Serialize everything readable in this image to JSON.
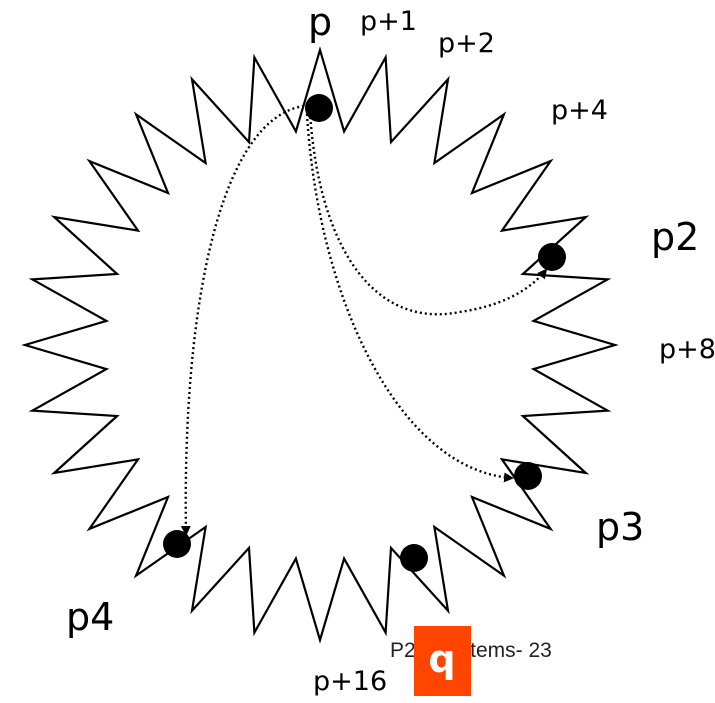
{
  "ring": {
    "stroke_color": "#000000",
    "fill_color": "#ffffff"
  },
  "labels": {
    "p": "p",
    "p1": "p+1",
    "p2_hop": "p+2",
    "p4_hop": "p+4",
    "p8_hop": "p+8",
    "p16_hop": "p+16",
    "peer_p2": "p2",
    "peer_p3": "p3",
    "peer_p4": "p4"
  },
  "footer": {
    "text": "P2P Systems- 23",
    "badge_letter": "q",
    "badge_color": "#ff4500"
  }
}
